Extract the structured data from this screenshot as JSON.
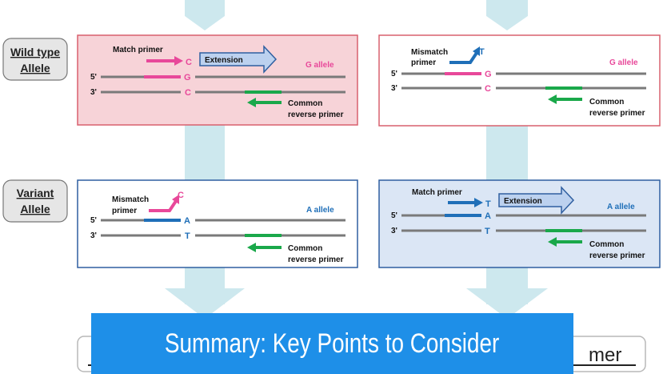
{
  "side_labels": {
    "wild_type": [
      "Wild type",
      "Allele"
    ],
    "variant": [
      "Variant",
      "Allele"
    ]
  },
  "panels": {
    "wt_match": {
      "primer_label": "Match primer",
      "primer_base": "C",
      "extension": "Extension",
      "allele_label": "G allele",
      "strand5": "5'",
      "strand3": "3'",
      "top_base": "G",
      "bottom_base": "C",
      "common1": "Common",
      "common2": "reverse primer"
    },
    "wt_mismatch": {
      "primer_label": [
        "Mismatch",
        "primer"
      ],
      "primer_base": "T",
      "allele_label": "G allele",
      "strand5": "5'",
      "strand3": "3'",
      "top_base": "G",
      "bottom_base": "C",
      "common1": "Common",
      "common2": "reverse primer"
    },
    "var_mismatch": {
      "primer_label": [
        "Mismatch",
        "primer"
      ],
      "primer_base": "C",
      "allele_label": "A allele",
      "strand5": "5'",
      "strand3": "3'",
      "top_base": "A",
      "bottom_base": "T",
      "common1": "Common",
      "common2": "reverse primer"
    },
    "var_match": {
      "primer_label": "Match primer",
      "primer_base": "T",
      "extension": "Extension",
      "allele_label": "A allele",
      "strand5": "5'",
      "strand3": "3'",
      "top_base": "A",
      "bottom_base": "T",
      "common1": "Common",
      "common2": "reverse primer"
    }
  },
  "bottom_right_text": "mer",
  "banner": "Summary: Key Points to Consider",
  "colors": {
    "pink": "#e8489a",
    "blue": "#1f6fb8",
    "green": "#1aa84a",
    "gray": "#7a7a7a",
    "arrow_bg": "#cde8ee",
    "wt_fill": "#f7d3d8",
    "wt_border": "#d9606e",
    "var_border": "#2f5fa0",
    "var_fill_right": "#dbe6f5",
    "banner": "#1e8fe8"
  }
}
